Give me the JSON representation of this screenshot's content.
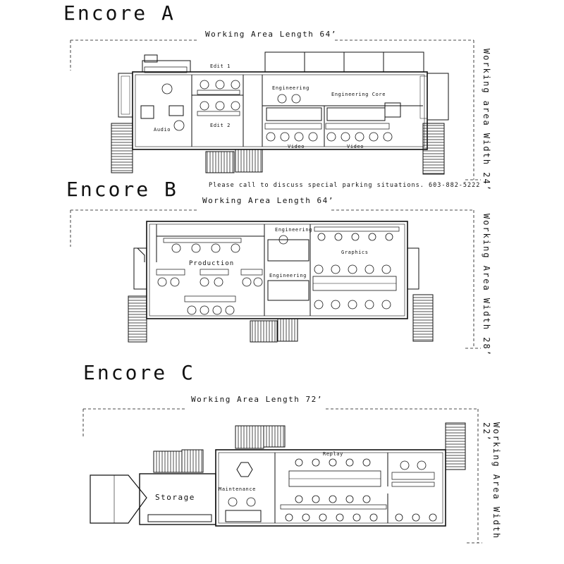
{
  "encore_a": {
    "title": "Encore A",
    "length_label": "Working Area Length 64’",
    "width_label": "Working area Width 24’",
    "rooms": {
      "edit1": "Edit 1",
      "edit2": "Edit 2",
      "audio": "Audio",
      "engineering": "Engineering",
      "engineering_core": "Engineering Core",
      "video_left": "Video",
      "video_right": "Video"
    }
  },
  "parking_note": "Please call to discuss special parking situations. 603-882-5222",
  "encore_b": {
    "title": "Encore B",
    "length_label": "Working Area Length 64’",
    "width_label": "Working Area Width 28’",
    "rooms": {
      "engineering_top": "Engineering",
      "production": "Production",
      "graphics": "Graphics",
      "engineering_mid": "Engineering"
    }
  },
  "encore_c": {
    "title": "Encore C",
    "length_label": "Working Area Length 72’",
    "width_label": "Working Area Width 22’",
    "rooms": {
      "replay": "Replay",
      "maintenance": "Maintenance",
      "storage": "Storage"
    }
  }
}
